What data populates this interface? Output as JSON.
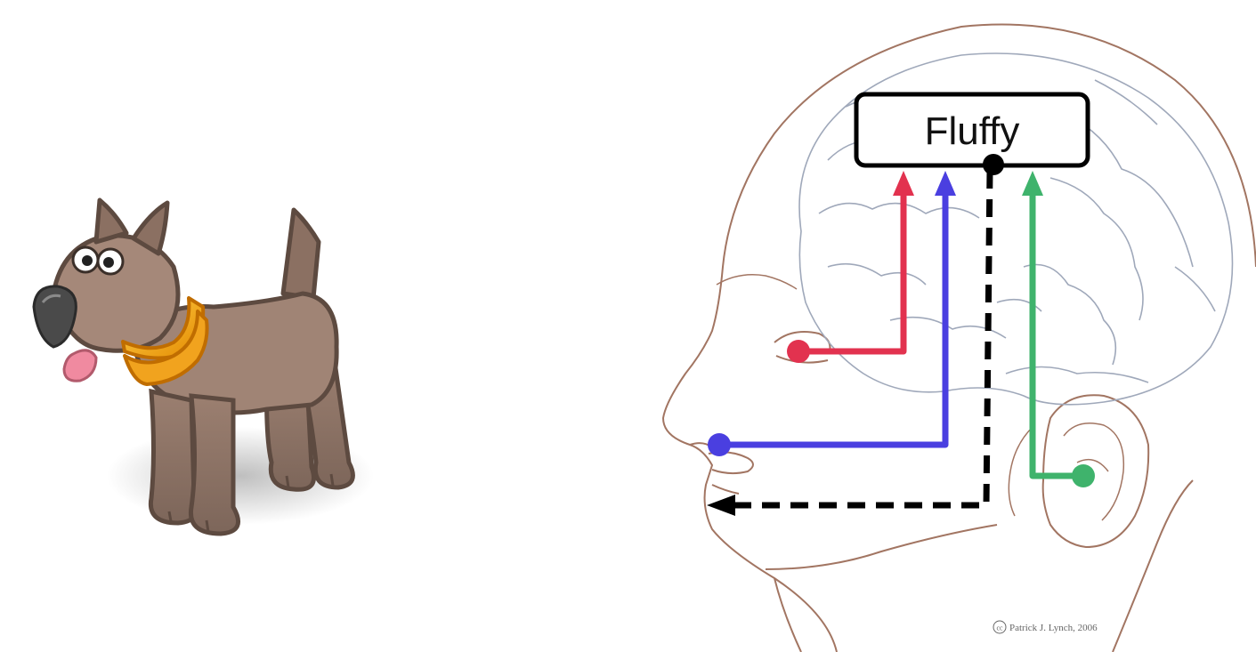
{
  "diagram": {
    "concept_label": "Fluffy",
    "credit": "Patrick J. Lynch, 2006",
    "cc_badge": "cc",
    "arrows": [
      {
        "name": "eye-input-arrow",
        "color": "#e2324f",
        "direction": "to-label",
        "style": "solid"
      },
      {
        "name": "nose-input-arrow",
        "color": "#4a3fe0",
        "direction": "to-label",
        "style": "solid"
      },
      {
        "name": "speech-output-arrow",
        "color": "#000000",
        "direction": "from-label",
        "style": "dashed"
      },
      {
        "name": "ear-input-arrow",
        "color": "#3fb36c",
        "direction": "to-label",
        "style": "solid"
      }
    ]
  },
  "illustrations": {
    "left": "dog-icon",
    "right": "head-brain-outline"
  }
}
